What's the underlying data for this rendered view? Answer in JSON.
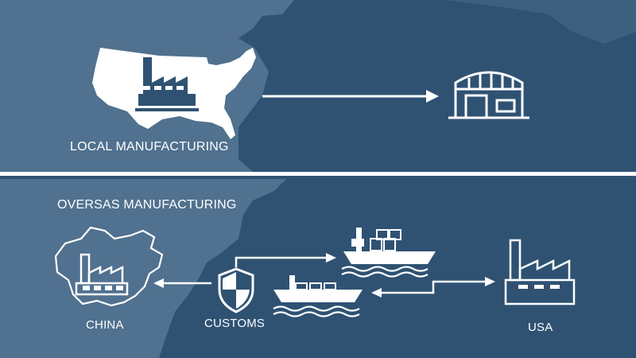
{
  "labels": {
    "local": "LOCAL MANUFACTURING",
    "overseas": "OVERSAS MANUFACTURING",
    "china": "CHINA",
    "customs": "CUSTOMS",
    "usa": "USA"
  },
  "icons": {
    "local_factory": "factory-icon",
    "warehouse": "warehouse-icon",
    "china_factory": "factory-icon",
    "customs_shield": "shield-icon",
    "ship_top": "cargo-ship-icon",
    "ship_bottom": "cargo-ship-icon",
    "usa_factory": "factory-icon"
  },
  "colors": {
    "background": "#2f5273",
    "map_land": "#5d7d99",
    "foreground": "#ffffff"
  }
}
